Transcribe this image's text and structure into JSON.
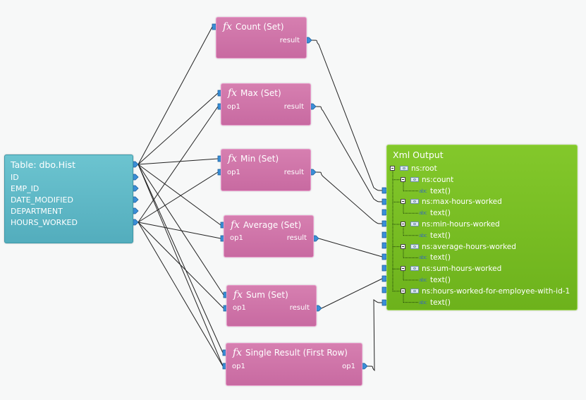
{
  "table": {
    "title": "Table: dbo.Hist",
    "fields": [
      "ID",
      "EMP_ID",
      "DATE_MODIFIED",
      "DEPARTMENT",
      "HOURS_WORKED"
    ]
  },
  "functions": [
    {
      "name": "Count (Set)",
      "inputs": [],
      "output": "result"
    },
    {
      "name": "Max (Set)",
      "inputs": [
        "op1"
      ],
      "output": "result"
    },
    {
      "name": "Min (Set)",
      "inputs": [
        "op1"
      ],
      "output": "result"
    },
    {
      "name": "Average (Set)",
      "inputs": [
        "op1"
      ],
      "output": "result"
    },
    {
      "name": "Sum (Set)",
      "inputs": [
        "op1"
      ],
      "output": "result"
    },
    {
      "name": "Single Result (First Row)",
      "inputs": [
        "op1"
      ],
      "output": "op1"
    }
  ],
  "fx_glyph": "fx",
  "xml_output": {
    "title": "Xml Output",
    "rows": [
      {
        "label": "ns:root",
        "kind": "element",
        "level": 0
      },
      {
        "label": "ns:count",
        "kind": "element",
        "level": 1
      },
      {
        "label": "text()",
        "kind": "text",
        "level": 2
      },
      {
        "label": "ns:max-hours-worked",
        "kind": "element",
        "level": 1
      },
      {
        "label": "text()",
        "kind": "text",
        "level": 2
      },
      {
        "label": "ns:min-hours-worked",
        "kind": "element",
        "level": 1
      },
      {
        "label": "text()",
        "kind": "text",
        "level": 2
      },
      {
        "label": "ns:average-hours-worked",
        "kind": "element",
        "level": 1
      },
      {
        "label": "text()",
        "kind": "text",
        "level": 2
      },
      {
        "label": "ns:sum-hours-worked",
        "kind": "element",
        "level": 1
      },
      {
        "label": "text()",
        "kind": "text",
        "level": 2
      },
      {
        "label": "ns:hours-worked-for-employee-with-id-1",
        "kind": "element",
        "level": 1
      },
      {
        "label": "text()",
        "kind": "text",
        "level": 2
      }
    ],
    "text_icon": "abc"
  },
  "colors": {
    "table": "#5bb8c6",
    "function": "#cf76aa",
    "xml": "#7bbf25",
    "wire": "#222222",
    "port": "#3b8fd8"
  }
}
